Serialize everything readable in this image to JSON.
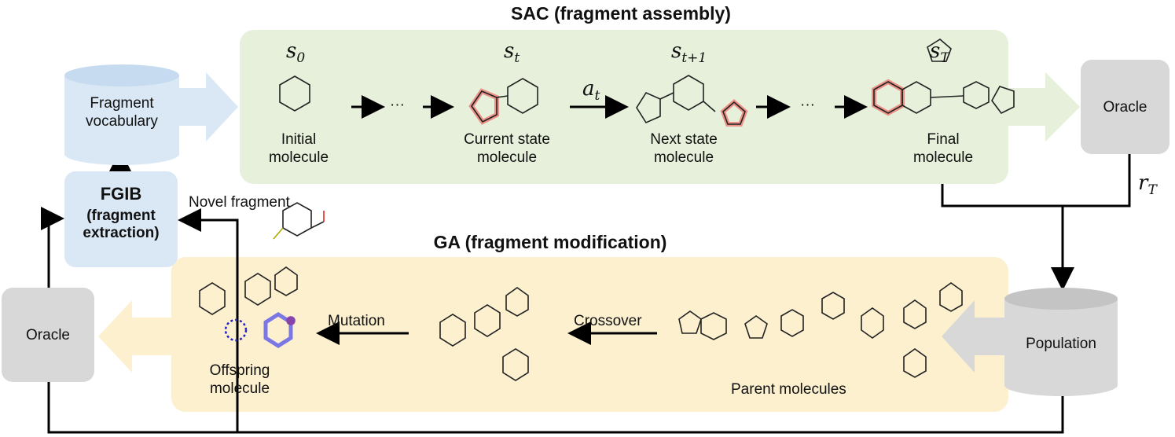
{
  "sac": {
    "title": "SAC (fragment assembly)",
    "states": {
      "s0": "s",
      "s0_sub": "0",
      "st": "s",
      "st_sub": "t",
      "st1": "s",
      "st1_sub": "t+1",
      "sT": "s",
      "sT_sub": "T"
    },
    "action": "a",
    "action_sub": "t",
    "ellipsis": "···",
    "initial": [
      "Initial",
      "molecule"
    ],
    "current": [
      "Current state",
      "molecule"
    ],
    "next": [
      "Next state",
      "molecule"
    ],
    "final": [
      "Final",
      "molecule"
    ]
  },
  "ga": {
    "title": "GA (fragment modification)",
    "mutation": "Mutation",
    "crossover": "Crossover",
    "offspring": [
      "Offspring",
      "molecule"
    ],
    "parents": "Parent molecules"
  },
  "vocab": [
    "Fragment",
    "vocabulary"
  ],
  "fgib": {
    "name": "FGIB",
    "sub": [
      "(fragment",
      "extraction)"
    ]
  },
  "novel_fragment": "Novel fragment",
  "oracle_right": "Oracle",
  "oracle_left": "Oracle",
  "reward": "r",
  "reward_sub": "T",
  "population": "Population",
  "colors": {
    "green_panel": "#e6f0da",
    "yellow_panel": "#fcf0cf",
    "blue_box": "#dae8f6",
    "grey_box": "#d8d8d8",
    "highlight_red": "#f08080",
    "highlight_blue": "#4444ee"
  }
}
